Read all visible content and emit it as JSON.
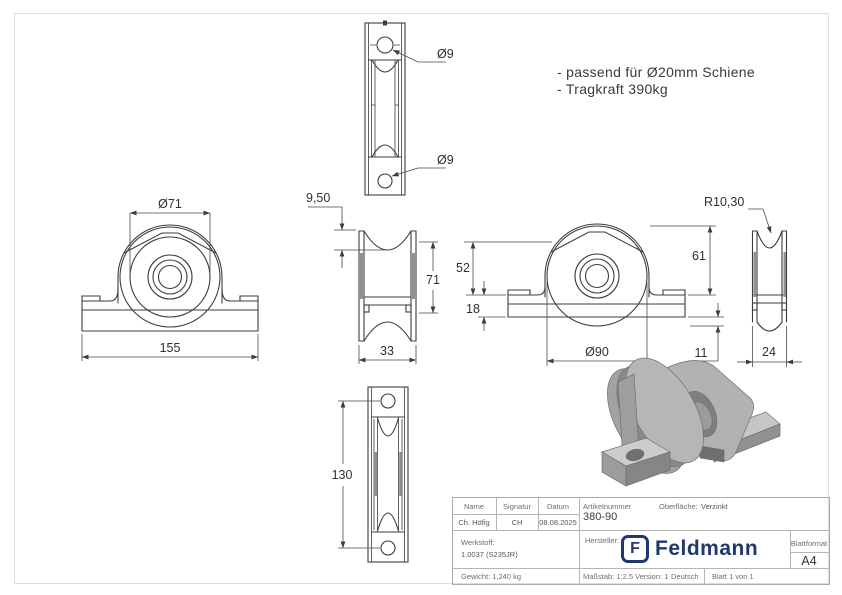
{
  "notes": {
    "line1": "- passend für Ø20mm Schiene",
    "line2": "- Tragkraft 390kg"
  },
  "dims": {
    "d71": "Ø71",
    "d155": "155",
    "d9_top": "Ø9",
    "d9_bottom": "Ø9",
    "d950": "9,50",
    "d71b": "71",
    "d33": "33",
    "d52": "52",
    "d18": "18",
    "d61": "61",
    "d90": "Ø90",
    "d11": "11",
    "r1030": "R10,30",
    "d24": "24",
    "d130": "130"
  },
  "title_block": {
    "name_label": "Name",
    "signatur_label": "Signatur",
    "datum_label": "Datum",
    "artikelnummer_label": "Artikelnummer",
    "artikelnummer_value": "380-90",
    "oberflaeche_label": "Oberfläche:",
    "oberflaeche_value": "Verzinkt",
    "name_value": "Ch. Höfig",
    "signatur_value": "CH",
    "datum_value": "08.08.2025",
    "werkstoff_label": "Werkstoff:",
    "werkstoff_value": "1.0037 (S235JR)",
    "hersteller_label": "Hersteller:",
    "blattformat_label": "Blattformat",
    "blattformat_value": "A4",
    "gewicht": "Gewicht: 1,240 kg",
    "massstab": "Maßstab: 1:2.5",
    "version": "Version: 1",
    "sprache": "Deutsch",
    "blatt": "Blatt 1 von 1"
  },
  "logo": {
    "initial": "F",
    "name": "Feldmann",
    "color": "#20386b"
  }
}
